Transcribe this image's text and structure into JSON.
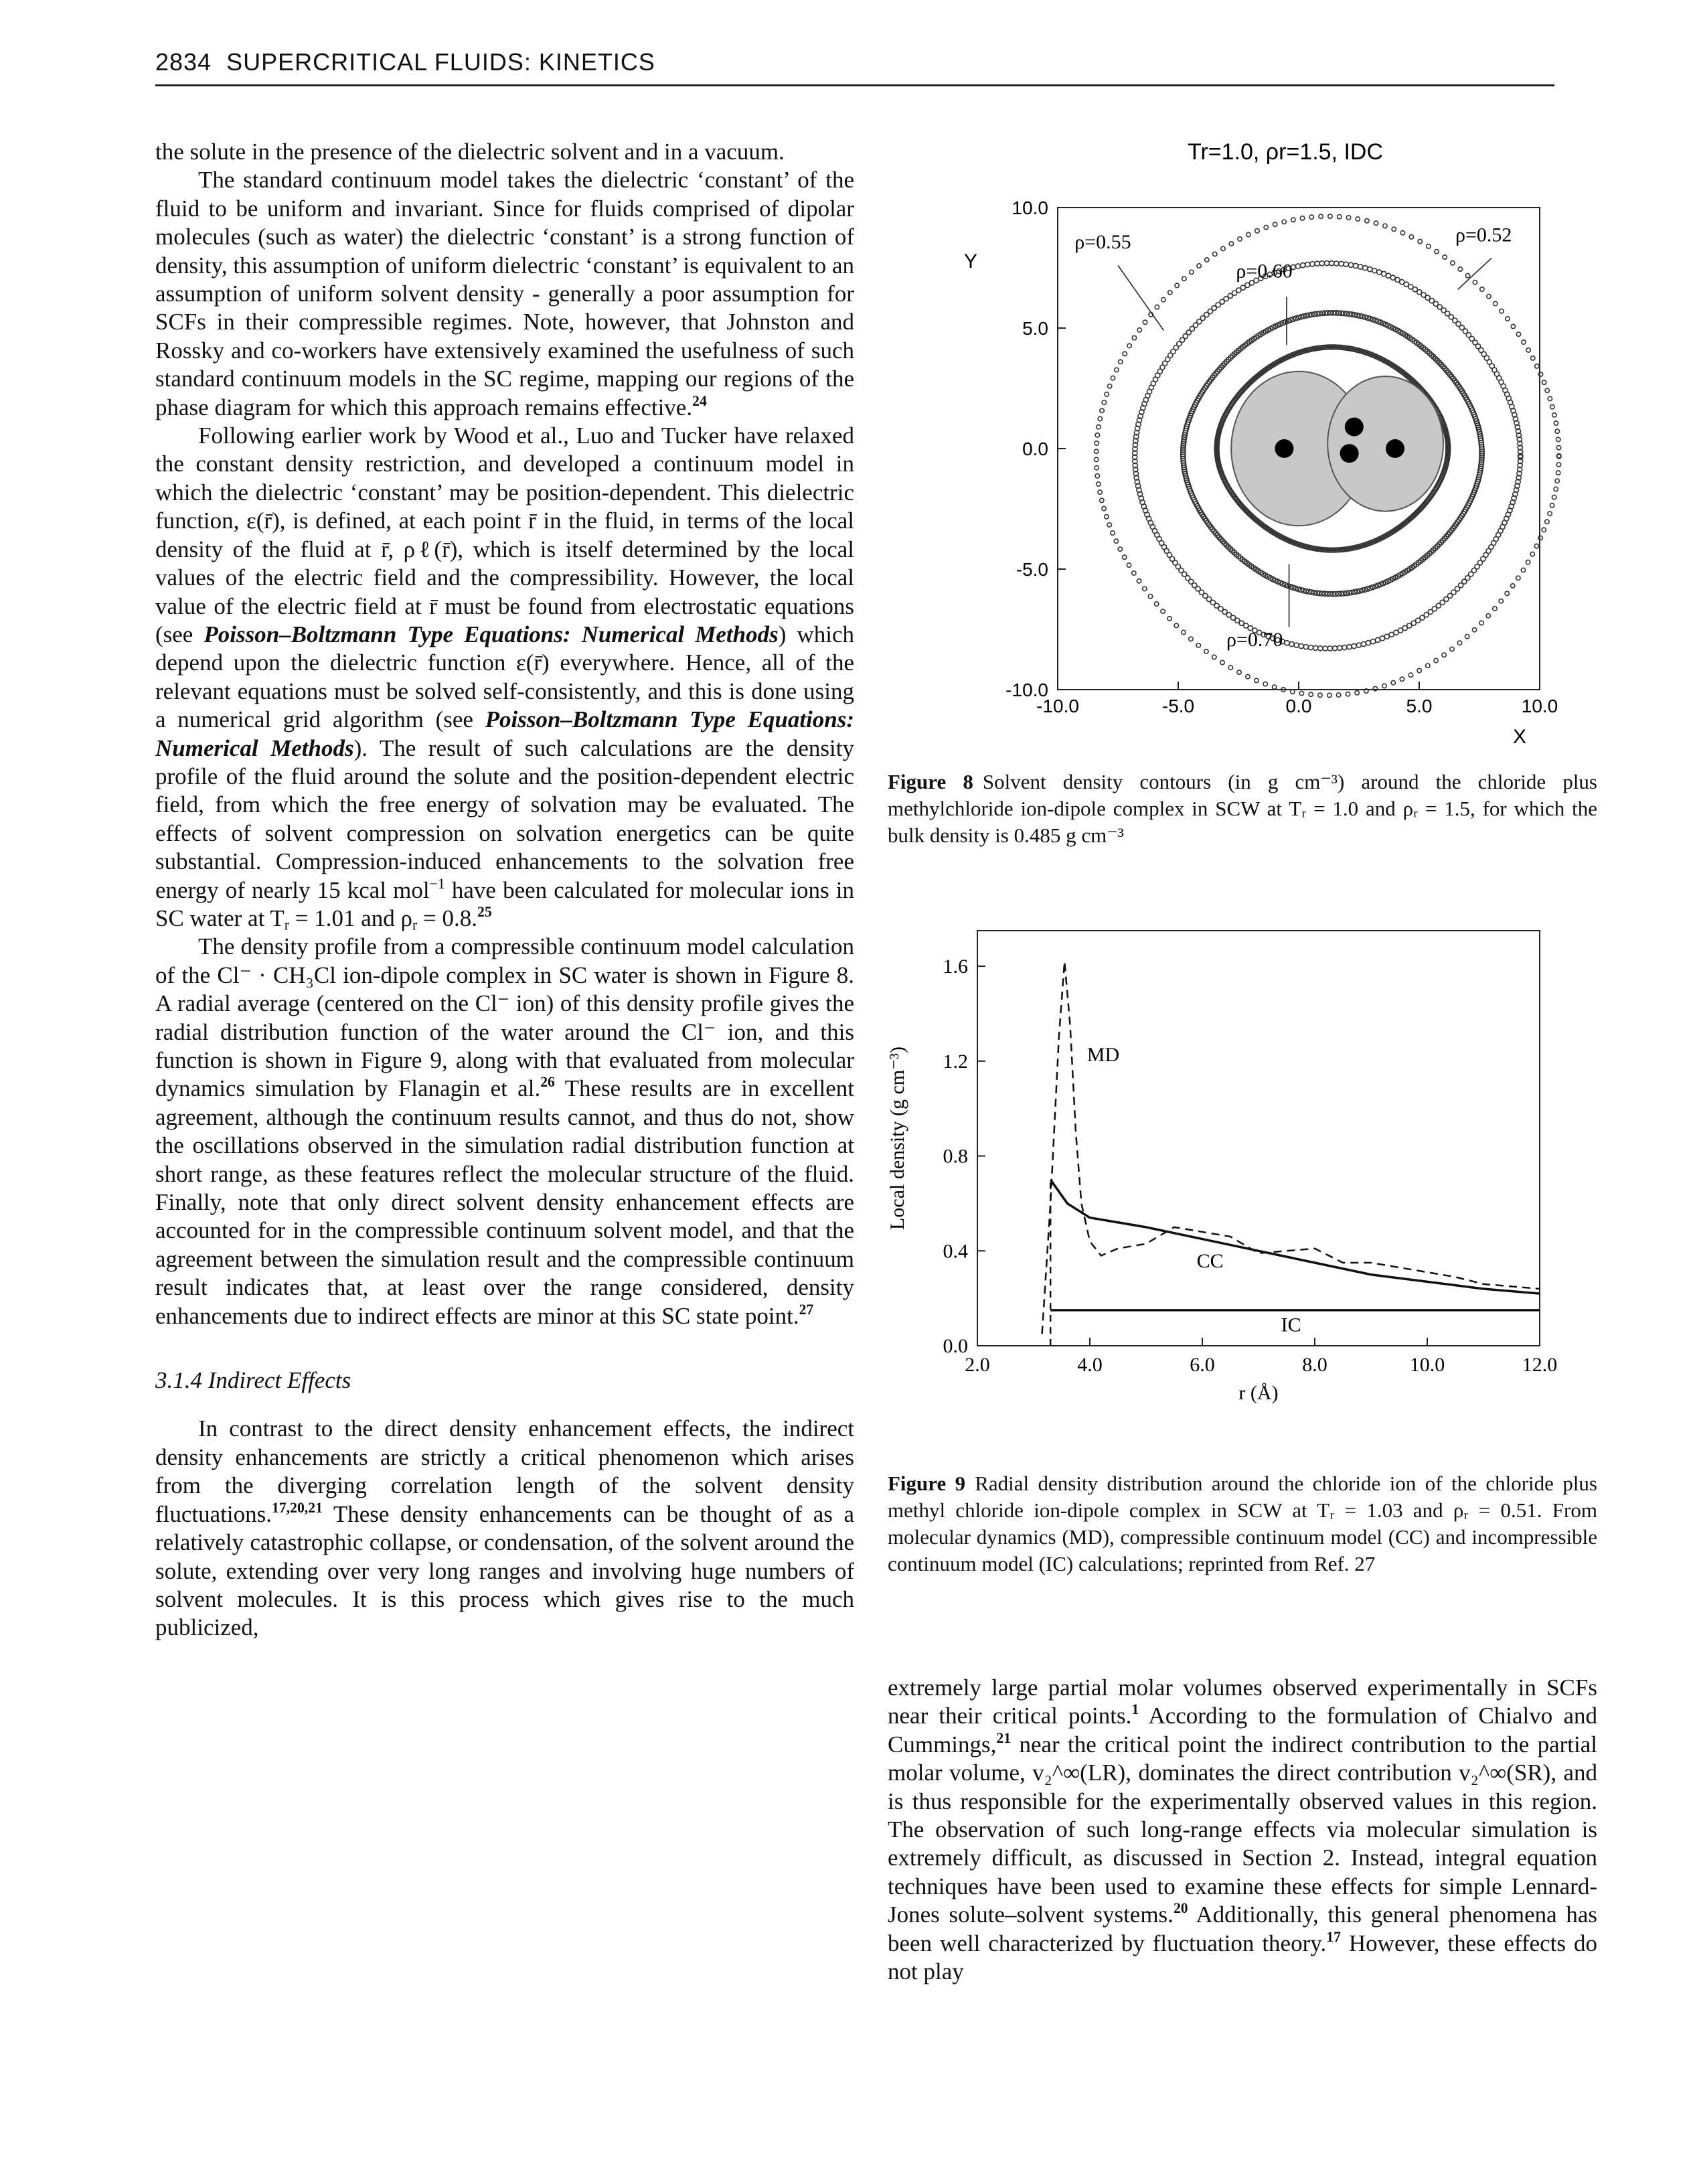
{
  "header": {
    "page_number": "2834",
    "title": "SUPERCRITICAL FLUIDS: KINETICS"
  },
  "left_column": {
    "p1": "the solute in the presence of the dielectric solvent and in a vacuum.",
    "p2": "The standard continuum model takes the dielectric ‘constant’ of the fluid to be uniform and invariant. Since for fluids comprised of dipolar molecules (such as water) the dielectric ‘constant’ is a strong function of density, this assumption of uniform dielectric ‘constant’ is equivalent to an assumption of uniform solvent density - generally a poor assumption for SCFs in their compressible regimes. Note, however, that Johnston and Rossky and co-workers have extensively examined the usefulness of such standard continuum models in the SC regime, mapping our regions of the phase diagram for which this approach remains effective.",
    "p2_ref": "24",
    "p3_a": "Following earlier work by Wood et al., Luo and Tucker have relaxed the constant density restriction, and developed a continuum model in which the dielectric ‘constant’ may be position-dependent. This dielectric function, ε(r̄), is defined, at each point r̄ in the fluid, in terms of the local density of the fluid at r̄, ρℓ(r̄), which is itself determined by the local values of the electric field and the compressibility. However, the local value of the electric field at r̄ must be found from electrostatic equations (see ",
    "p3_link1": "Poisson–Boltzmann Type Equations: Numerical Methods",
    "p3_b": ") which depend upon the dielectric function ε(r̄) everywhere. Hence, all of the relevant equations must be solved self-consistently, and this is done using a numerical grid algorithm (see ",
    "p3_link2": "Poisson–Boltzmann Type Equations: Numerical Methods",
    "p3_c": "). The result of such calculations are the density profile of the fluid around the solute and the position-dependent electric field, from which the free energy of solvation may be evaluated. The effects of solvent compression on solvation energetics can be quite substantial. Compression-induced enhancements to the solvation free energy of nearly 15 kcal mol",
    "p3_exp": "−1",
    "p3_d": " have been calculated for molecular ions in SC water at T",
    "p3_sub1": "r",
    "p3_e": " = 1.01 and ρ",
    "p3_sub2": "r",
    "p3_f": " = 0.8.",
    "p3_ref": "25",
    "p4": "The density profile from a compressible continuum model calculation of the Cl⁻ · CH₃Cl ion-dipole complex in SC water is shown in Figure 8. A radial average (centered on the Cl⁻ ion) of this density profile gives the radial distribution function of the water around the Cl⁻ ion, and this function is shown in Figure 9, along with that evaluated from molecular dynamics simulation by Flanagin et al.",
    "p4_ref": "26",
    "p4_b": " These results are in excellent agreement, although the continuum results cannot, and thus do not, show the oscillations observed in the simulation radial distribution function at short range, as these features reflect the molecular structure of the fluid. Finally, note that only direct solvent density enhancement effects are accounted for in the compressible continuum solvent model, and that the agreement between the simulation result and the compressible continuum result indicates that, at least over the range considered, density enhancements due to indirect effects are minor at this SC state point.",
    "p4_ref2": "27",
    "section_heading": "3.1.4  Indirect Effects",
    "p5": "In contrast to the direct density enhancement effects, the indirect density enhancements are strictly a critical phenomenon which arises from the diverging correlation length of the solvent density fluctuations.",
    "p5_ref": "17,20,21",
    "p5_b": " These density enhancements can be thought of as a relatively catastrophic collapse, or condensation, of the solvent around the solute, extending over very long ranges and involving huge numbers of solvent molecules. It is this process which gives rise to the much publicized,"
  },
  "right_column": {
    "p1": "extremely large partial molar volumes observed experimentally in SCFs near their critical points.",
    "p1_ref": "1",
    "p1_b": " According to the formulation of Chialvo and Cummings,",
    "p1_ref2": "21",
    "p1_c": " near the critical point the indirect contribution to the partial molar volume, v₂^∞(LR), dominates the direct contribution v₂^∞(SR), and is thus responsible for the experimentally observed values in this region. The observation of such long-range effects via molecular simulation is extremely difficult, as discussed in Section 2. Instead, integral equation techniques have been used to examine these effects for simple Lennard-Jones solute–solvent systems.",
    "p1_ref3": "20",
    "p1_d": " Additionally, this general phenomena has been well characterized by fluctuation theory.",
    "p1_ref4": "17",
    "p1_e": " However, these effects do not play"
  },
  "figure8": {
    "caption_label": "Figure 8",
    "caption_text": "Solvent density contours (in g cm⁻³) around the chloride plus methylchloride ion-dipole complex in SCW at Tᵣ = 1.0 and ρᵣ = 1.5, for which the bulk density is 0.485 g cm⁻³",
    "plot_title": "Tr=1.0, ρr=1.5, IDC",
    "contour_labels": [
      "ρ=0.55",
      "ρ=0.60",
      "ρ=0.52",
      "ρ=0.70"
    ]
  },
  "figure9": {
    "caption_label": "Figure 9",
    "caption_text": "Radial density distribution around the chloride ion of the chloride plus methyl chloride ion-dipole complex in SCW at Tᵣ = 1.03 and ρᵣ = 0.51. From molecular dynamics (MD), compressible continuum model (CC) and incompressible continuum model (IC) calculations; reprinted from Ref. 27"
  },
  "chart_data": [
    {
      "type": "scatter",
      "title": "Tr=1.0, ρr=1.5, IDC",
      "xlabel": "X",
      "ylabel": "Y",
      "xlim": [
        -10.0,
        10.0
      ],
      "ylim": [
        -10.0,
        10.0
      ],
      "xticks": [
        "-10.0",
        "-5.0",
        "0.0",
        "5.0",
        "10.0"
      ],
      "yticks": [
        "10.0",
        "5.0",
        "0.0",
        "-5.0",
        "-10.0"
      ],
      "annotations": [
        "ρ=0.55",
        "ρ=0.60",
        "ρ=0.52",
        "ρ=0.70"
      ],
      "solute_atoms": [
        {
          "x": -0.6,
          "y": 0.0
        },
        {
          "x": 2.3,
          "y": 0.9
        },
        {
          "x": 2.1,
          "y": -0.2
        },
        {
          "x": 4.0,
          "y": 0.0
        }
      ],
      "grid": false
    },
    {
      "type": "line",
      "xlabel": "r (Å)",
      "ylabel": "Local density (g cm⁻³)",
      "xlim": [
        2.0,
        12.0
      ],
      "ylim": [
        0.0,
        1.75
      ],
      "xticks": [
        "2.0",
        "4.0",
        "6.0",
        "8.0",
        "10.0",
        "12.0"
      ],
      "yticks": [
        "0.0",
        "0.4",
        "0.8",
        "1.2",
        "1.6"
      ],
      "grid": false,
      "series": [
        {
          "name": "MD",
          "style": "dashed",
          "x": [
            3.15,
            3.3,
            3.45,
            3.55,
            3.65,
            3.75,
            3.85,
            4.0,
            4.2,
            4.5,
            5.0,
            5.5,
            6.0,
            6.5,
            7.0,
            7.5,
            8.0,
            8.5,
            9.0,
            9.5,
            10.0,
            10.5,
            11.0,
            11.5,
            12.0
          ],
          "y": [
            0.05,
            0.6,
            1.3,
            1.62,
            1.35,
            0.9,
            0.6,
            0.44,
            0.38,
            0.41,
            0.43,
            0.5,
            0.48,
            0.46,
            0.39,
            0.4,
            0.41,
            0.35,
            0.35,
            0.33,
            0.31,
            0.29,
            0.26,
            0.25,
            0.24
          ]
        },
        {
          "name": "CC",
          "style": "solid",
          "x": [
            3.3,
            3.6,
            4.0,
            5.0,
            6.0,
            7.0,
            8.0,
            9.0,
            10.0,
            11.0,
            12.0
          ],
          "y": [
            0.7,
            0.6,
            0.54,
            0.5,
            0.45,
            0.4,
            0.35,
            0.3,
            0.27,
            0.24,
            0.22
          ]
        },
        {
          "name": "IC",
          "style": "solid",
          "x": [
            3.3,
            12.0
          ],
          "y": [
            0.15,
            0.15
          ]
        }
      ]
    }
  ]
}
